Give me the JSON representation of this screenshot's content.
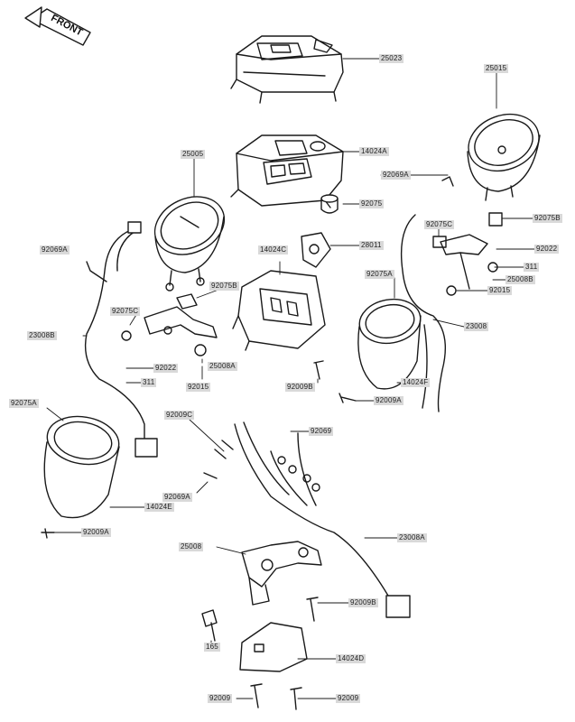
{
  "direction_label": "FRONT",
  "parts": {
    "p25023": "25023",
    "p25015": "25015",
    "p14024A": "14024A",
    "p92069A_top": "92069A",
    "p25005": "25005",
    "p92075": "92075",
    "p92075B_right": "92075B",
    "p92069A_left": "92069A",
    "p92075C": "92075C",
    "p28011": "28011",
    "p14024C": "14024C",
    "p92022_right": "92022",
    "p311_right": "311",
    "p25008B": "25008B",
    "p92075A_center": "92075A",
    "p92015_right": "92015",
    "p92075B_left": "92075B",
    "p92075C_left": "92075C",
    "p23008": "23008",
    "p23008B": "23008B",
    "p92022_left": "92022",
    "p25008A": "25008A",
    "p311_left": "311",
    "p92015_left": "92015",
    "p92009B_center": "92009B",
    "p14024F": "14024F",
    "p92009A_center": "92009A",
    "p92075A_left": "92075A",
    "p92009C": "92009C",
    "p92069": "92069",
    "p92069A_bottom": "92069A",
    "p14024E": "14024E",
    "p92009A_bottom": "92009A",
    "p25008": "25008",
    "p23008A": "23008A",
    "p92009B_bottom": "92009B",
    "p165": "165",
    "p14024D": "14024D",
    "p92009_left": "92009",
    "p92009_right": "92009"
  }
}
